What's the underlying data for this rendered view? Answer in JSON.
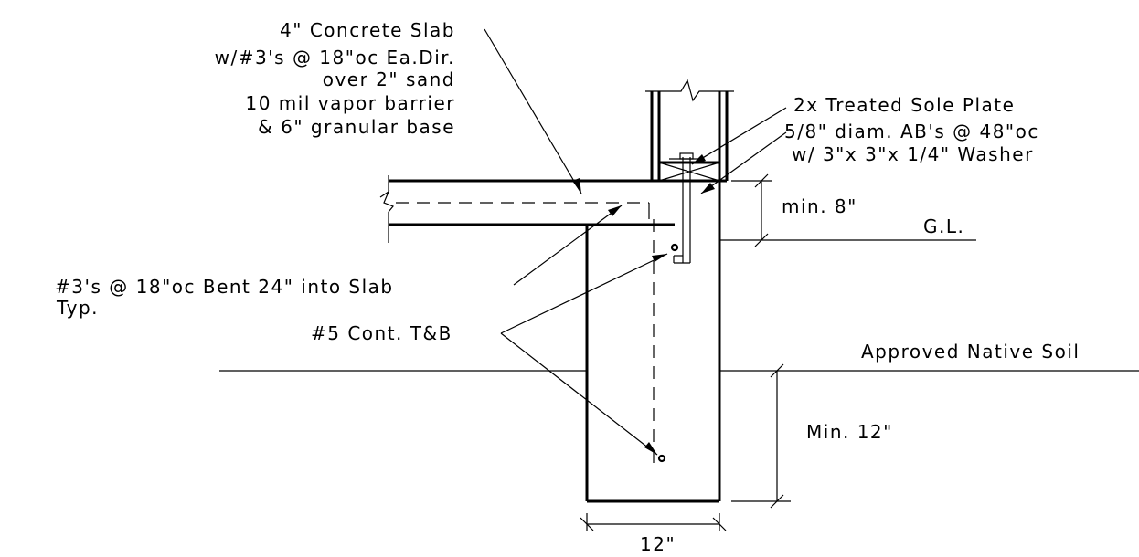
{
  "notes": {
    "slab_line1": "4\" Concrete Slab",
    "slab_line2": "w/#3's @ 18\"oc Ea.Dir.",
    "slab_line3": "over 2\" sand",
    "slab_line4": "10 mil vapor barrier",
    "slab_line5": "& 6\" granular base",
    "sole_plate": "2x Treated Sole Plate",
    "anchor_bolt_line1": "5/8\" diam. AB's @ 48\"oc",
    "anchor_bolt_line2": "w/ 3\"x 3\"x 1/4\" Washer",
    "bent_bars_line1": "#3's @ 18\"oc Bent 24\" into Slab",
    "bent_bars_line2": "Typ.",
    "cont_bars": "#5 Cont. T&B",
    "soil": "Approved Native Soil"
  },
  "dimensions": {
    "min_above_grade": "min. 8\"",
    "grade_line": "G.L.",
    "min_below_soil": "Min. 12\"",
    "footing_width": "12\""
  }
}
